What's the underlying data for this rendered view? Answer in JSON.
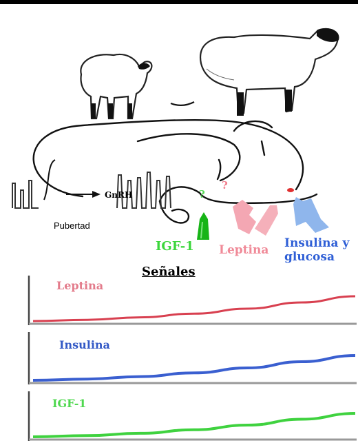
{
  "diagram": {
    "labels": {
      "gnrh": "GnRH",
      "pubertad": "Pubertad",
      "question_mark_1": "?",
      "question_mark_2": "?",
      "igf1": "IGF-1",
      "leptina": "Leptina",
      "insulina_glucosa": "Insulina y glucosa",
      "senales": "Señales"
    },
    "colors": {
      "igf1": "#3cd63c",
      "leptina": "#f08a98",
      "insulina": "#2f5fd6"
    }
  },
  "chart_data": [
    {
      "type": "line",
      "title": "",
      "series": [
        {
          "name": "Leptina",
          "color": "#d84050",
          "trend": "rising",
          "values": [
            0.0,
            0.05,
            0.15,
            0.3,
            0.5,
            0.75,
            1.0
          ]
        }
      ]
    },
    {
      "type": "line",
      "title": "",
      "series": [
        {
          "name": "Insulina",
          "color": "#3a5fd0",
          "trend": "rising",
          "values": [
            0.0,
            0.05,
            0.15,
            0.3,
            0.5,
            0.75,
            1.0
          ]
        }
      ]
    },
    {
      "type": "line",
      "title": "",
      "series": [
        {
          "name": "IGF-1",
          "color": "#3fd23f",
          "trend": "rising",
          "values": [
            0.0,
            0.05,
            0.15,
            0.3,
            0.5,
            0.75,
            1.0
          ]
        }
      ]
    }
  ]
}
